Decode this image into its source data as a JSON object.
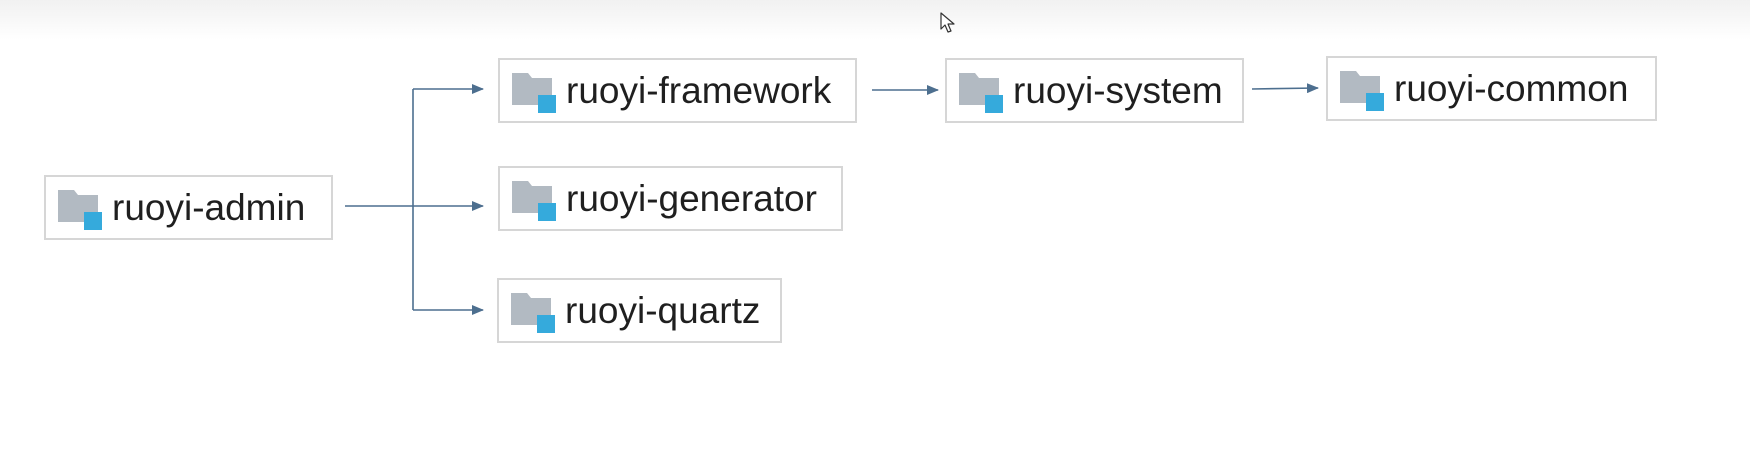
{
  "modules": {
    "admin": {
      "label": "ruoyi-admin"
    },
    "framework": {
      "label": "ruoyi-framework"
    },
    "generator": {
      "label": "ruoyi-generator"
    },
    "quartz": {
      "label": "ruoyi-quartz"
    },
    "system": {
      "label": "ruoyi-system"
    },
    "common": {
      "label": "ruoyi-common"
    }
  },
  "edges": [
    {
      "from": "ruoyi-admin",
      "to": "ruoyi-framework"
    },
    {
      "from": "ruoyi-admin",
      "to": "ruoyi-generator"
    },
    {
      "from": "ruoyi-admin",
      "to": "ruoyi-quartz"
    },
    {
      "from": "ruoyi-framework",
      "to": "ruoyi-system"
    },
    {
      "from": "ruoyi-system",
      "to": "ruoyi-common"
    }
  ],
  "colors": {
    "arrow": "#4d6f8f",
    "folder": "#b2bac2",
    "badge": "#35aadc",
    "box_border": "#d6d6d6"
  },
  "icons": {
    "module_icon": "folder-module-icon",
    "cursor": "mouse-pointer-icon"
  }
}
